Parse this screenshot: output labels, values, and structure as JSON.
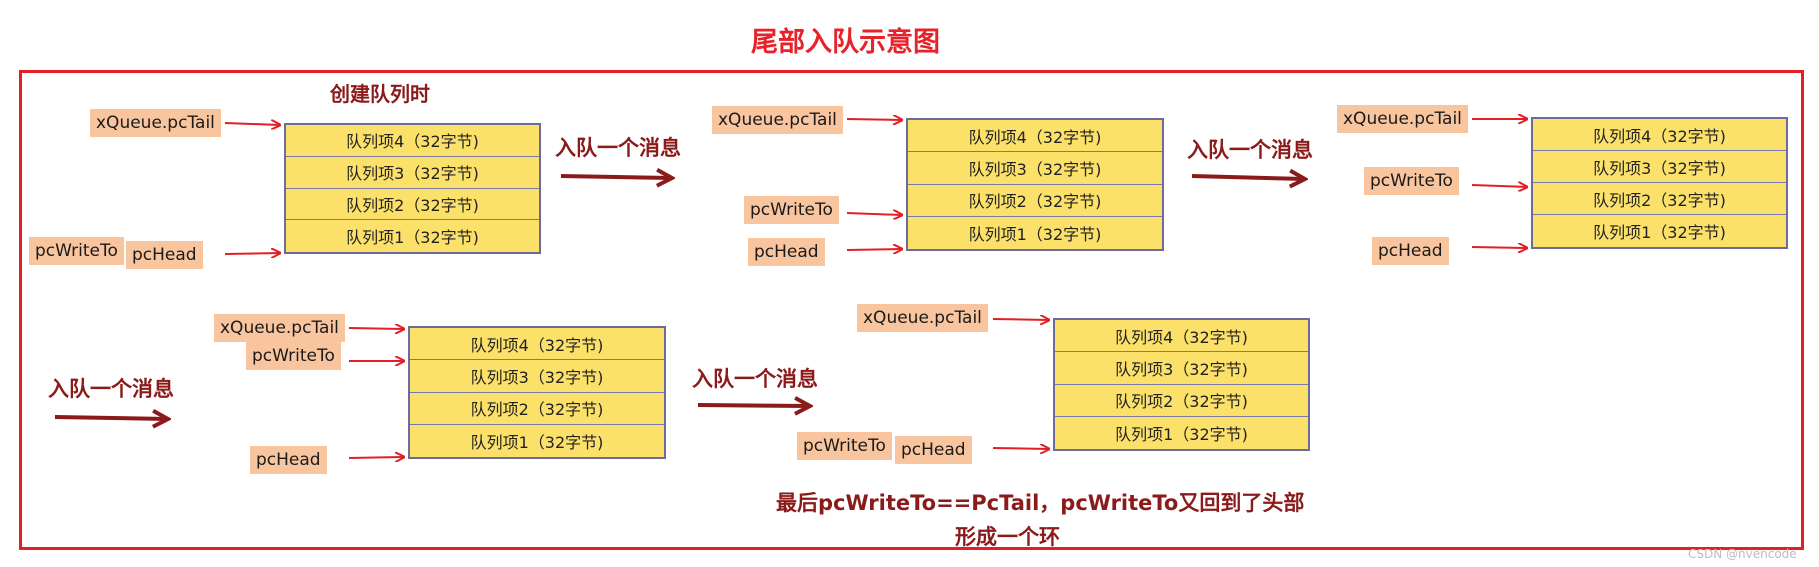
{
  "title": "尾部入队示意图",
  "create_label": "创建队列时",
  "enqueue_label": "入队一个消息",
  "queue_items": [
    "队列项4（32字节)",
    "队列项3（32字节)",
    "队列项2（32字节)",
    "队列项1（32字节)"
  ],
  "pointers": {
    "tail": "xQueue.pcTail",
    "write": "pcWriteTo",
    "head": "pcHead"
  },
  "footer": {
    "line1": "最后pcWriteTo==PcTail，pcWriteTo又回到了头部",
    "line2": "形成一个环"
  },
  "watermark": "CSDN @nvencode",
  "colors": {
    "title": "#e8222a",
    "frame": "#e31e24",
    "label": "#8b1a1a",
    "tag_bg": "#f8c59e",
    "queue_bg": "#fbe06a",
    "arrow_red": "#e31e24",
    "arrow_dark": "#8b1a1a"
  }
}
